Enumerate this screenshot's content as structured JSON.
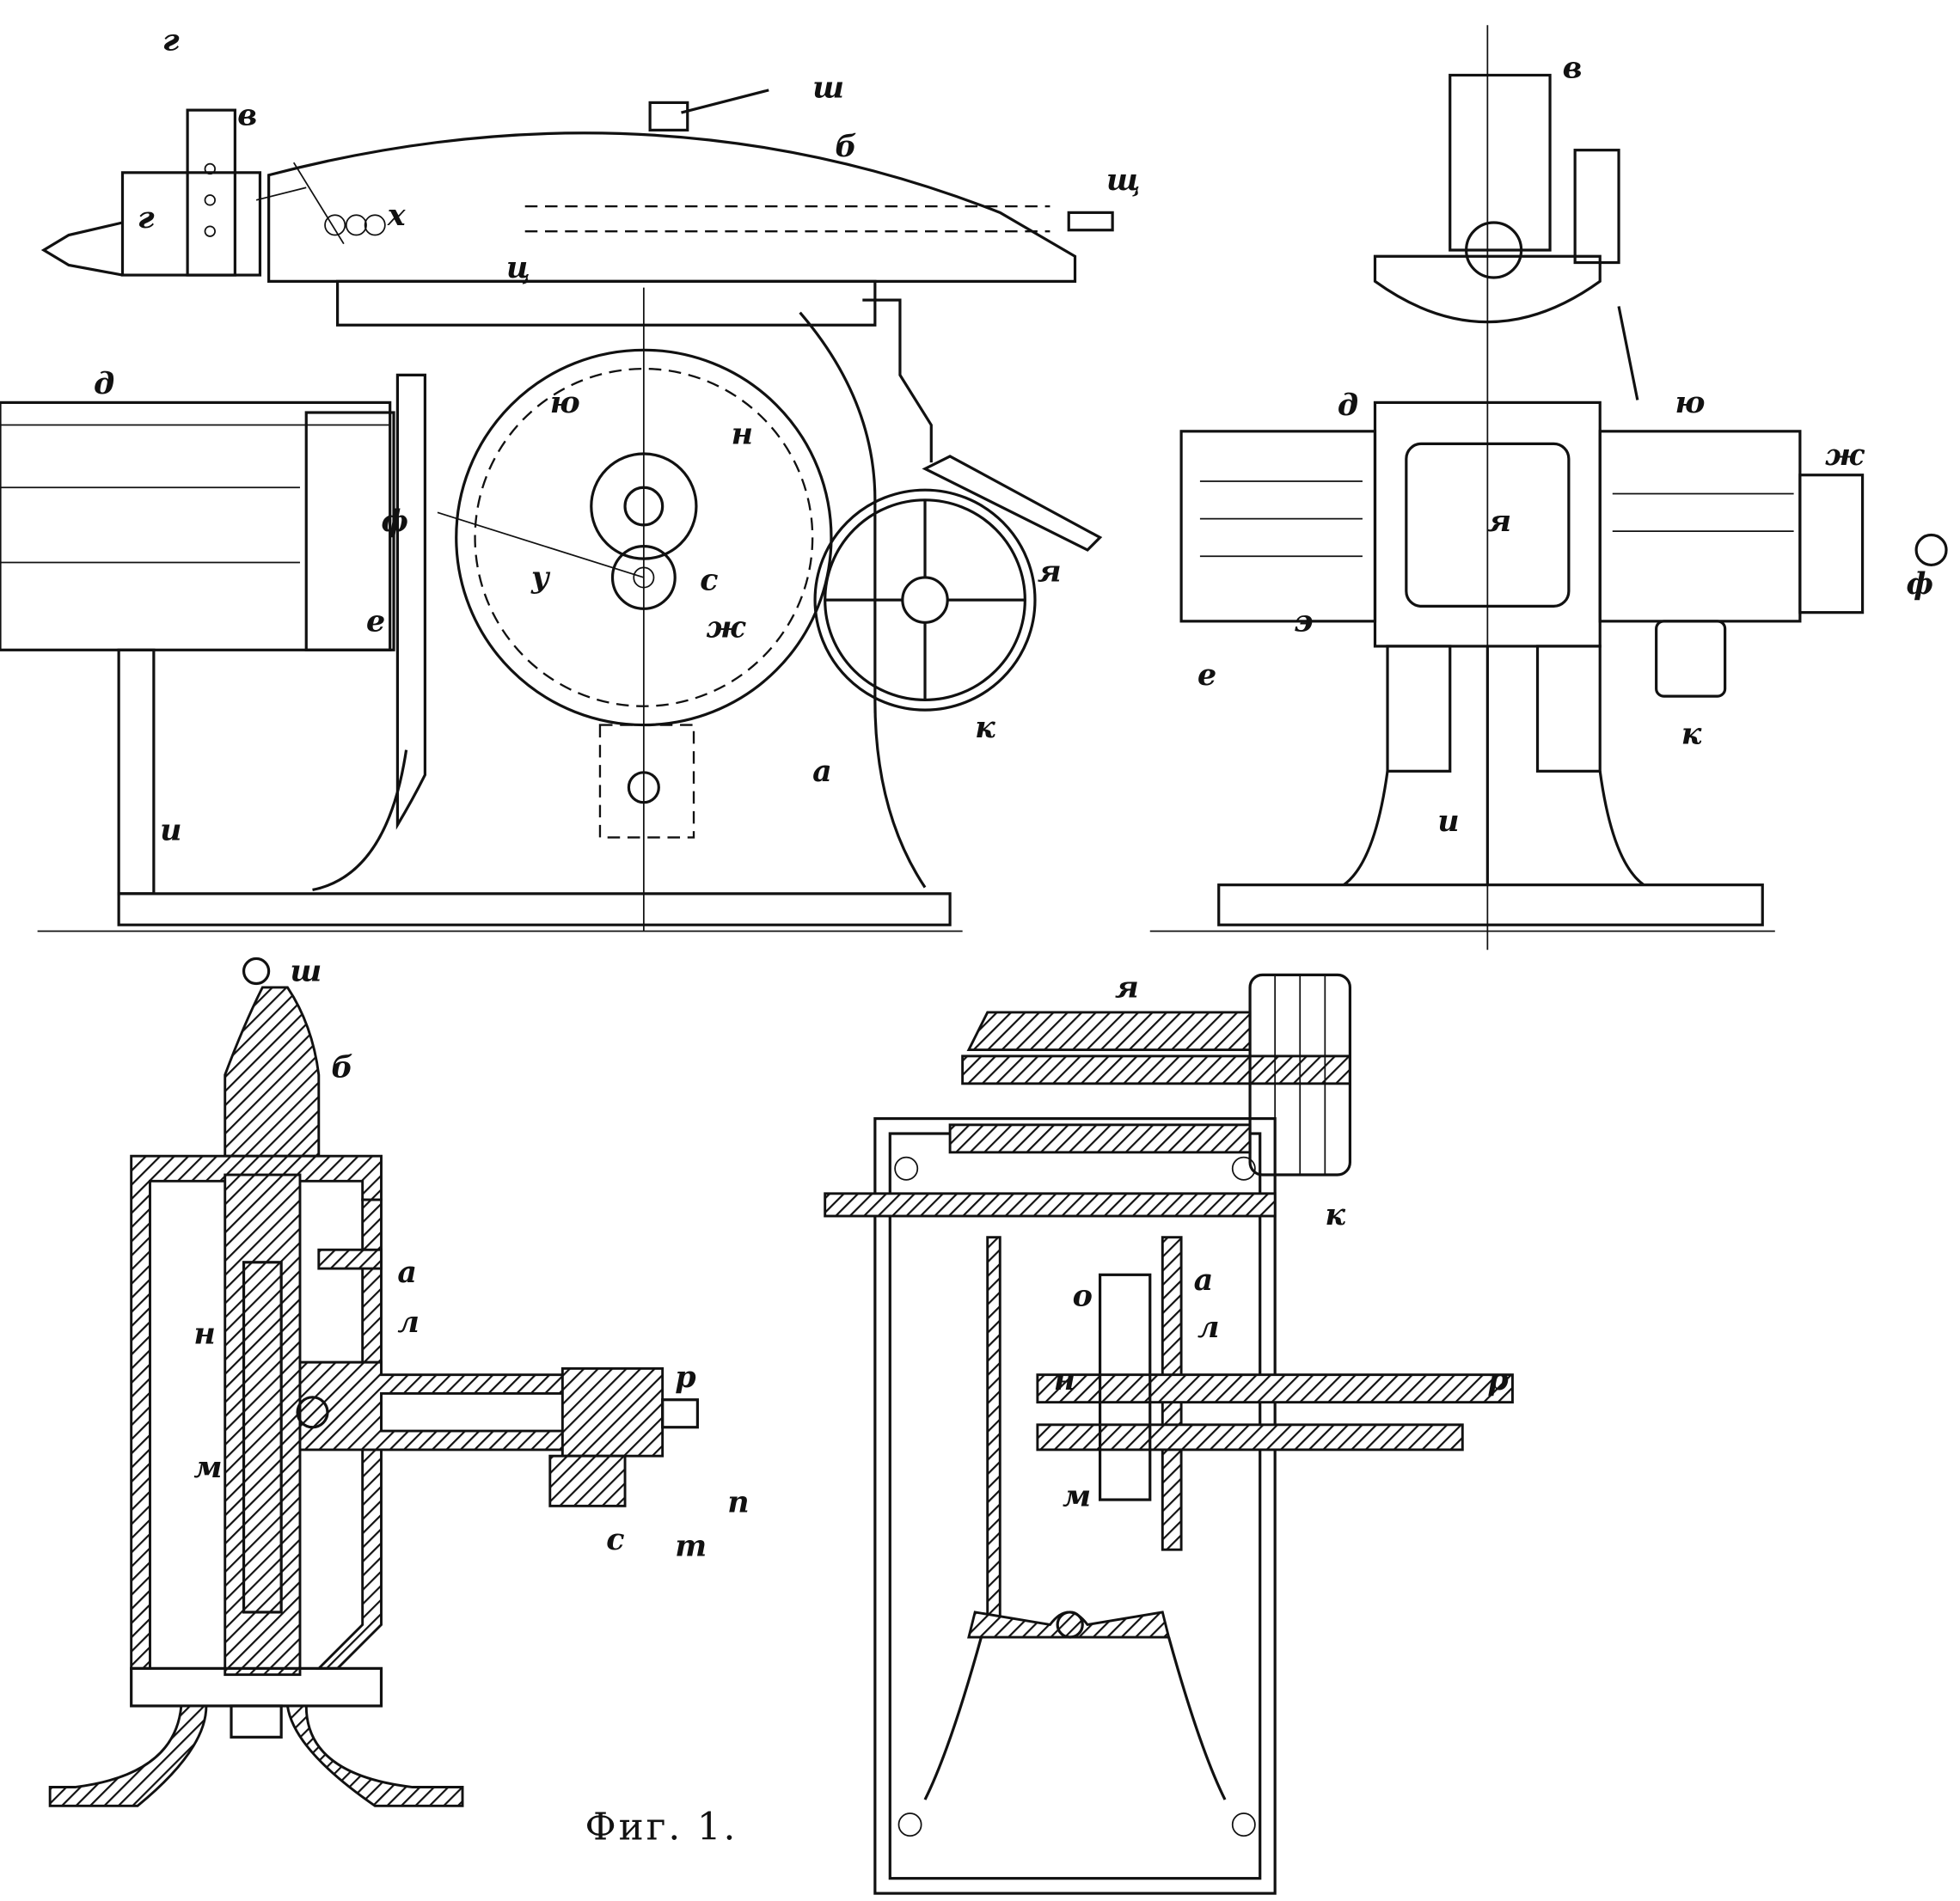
{
  "figure": {
    "caption": "Фиг. 1.",
    "views": [
      {
        "name": "side-elevation",
        "labels": [
          "г",
          "в",
          "ш",
          "б",
          "щ",
          "х",
          "г",
          "ц",
          "д",
          "ю",
          "н",
          "ф",
          "у",
          "с",
          "ж",
          "я",
          "е",
          "к",
          "а",
          "и"
        ]
      },
      {
        "name": "front-elevation",
        "labels": [
          "в",
          "д",
          "ю",
          "ж",
          "я",
          "э",
          "ф",
          "е",
          "к",
          "и"
        ]
      },
      {
        "name": "column-section",
        "labels": [
          "ш",
          "б",
          "а",
          "н",
          "л",
          "р",
          "м",
          "с",
          "т",
          "п"
        ]
      },
      {
        "name": "frame-section",
        "labels": [
          "я",
          "к",
          "о",
          "а",
          "л",
          "н",
          "р",
          "м"
        ]
      }
    ]
  }
}
